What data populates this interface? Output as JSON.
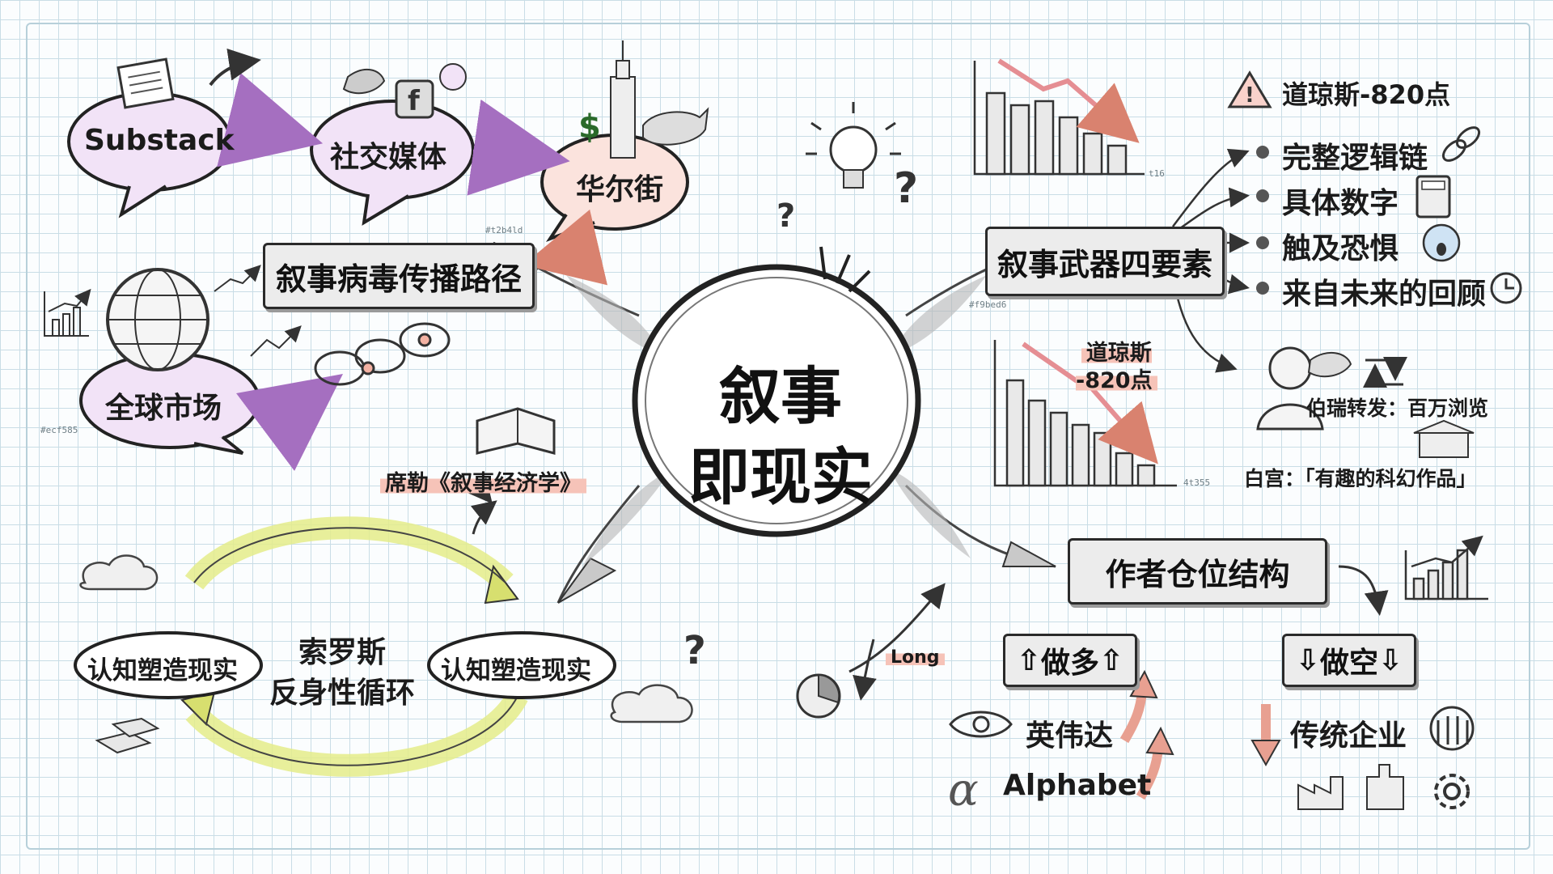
{
  "center": {
    "line1": "叙事",
    "line2": "即现实"
  },
  "propagation": {
    "title": "叙事病毒传播路径",
    "nodes": [
      "Substack",
      "社交媒体",
      "华尔街",
      "全球市场"
    ],
    "hex_top": "#t2b4ld",
    "hex_left": "#ecf585"
  },
  "weapons": {
    "title": "叙事武器四要素",
    "hex": "#f9bed6",
    "items": [
      "完整逻辑链",
      "具体数字",
      "触及恐惧",
      "来自未来的回顾"
    ],
    "warning": "道琼斯-820点",
    "chart_drop_label": "道琼斯\n-820点",
    "axis_small_1": "t16",
    "axis_small_2": "4t355",
    "retweet": "伯瑞转发：百万浏览",
    "whitehouse": "白宫：「有趣的科幻作品」"
  },
  "reflexivity": {
    "reference": "席勒《叙事经济学》",
    "center_line1": "索罗斯",
    "center_line2": "反身性循环",
    "left": "认知塑造现实",
    "right": "认知塑造现实"
  },
  "positions": {
    "title": "作者仓位结构",
    "long_tag": "Long",
    "long_label": "做多",
    "short_label": "做空",
    "long_items": [
      "英伟达",
      "Alphabet"
    ],
    "short_items": [
      "传统企业"
    ]
  },
  "colors": {
    "purple": "#cf9be0",
    "peach": "#f3b2a3",
    "yellow": "#e4ec8a",
    "grid": "#c9dde6",
    "ink": "#1e1e1e"
  }
}
